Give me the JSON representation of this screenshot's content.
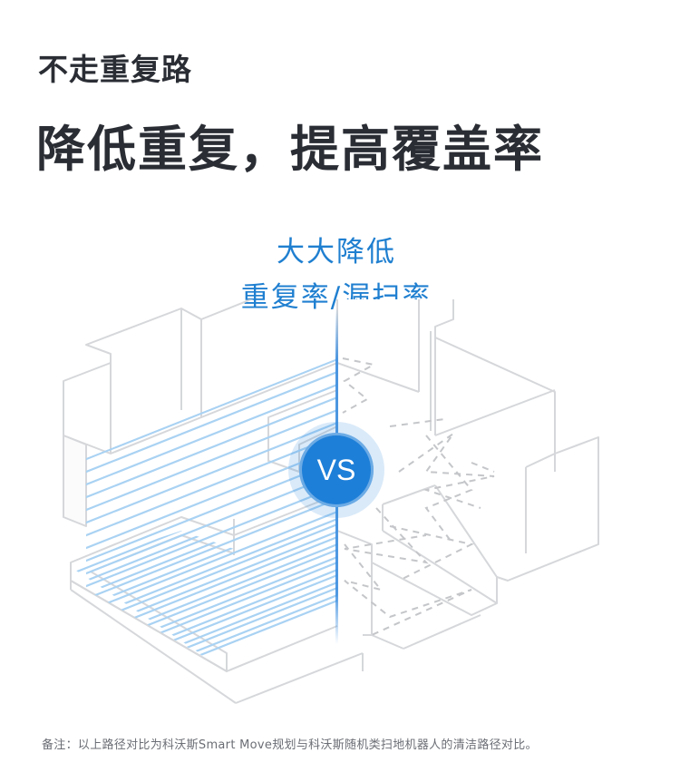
{
  "subtitle": "不走重复路",
  "headline": "降低重复，提高覆盖率",
  "claim": {
    "line1": "大大降低",
    "line2": "重复率/漏扫率"
  },
  "vs_label": "VS",
  "footnote": "备注：以上路径对比为科沃斯Smart Move规划与科沃斯随机类扫地机器人的清洁路径对比。",
  "colors": {
    "accent": "#1e7fd8",
    "stripe": "#a9d2f3",
    "wall": "#d5d7da",
    "dash": "#c4c6c9"
  }
}
